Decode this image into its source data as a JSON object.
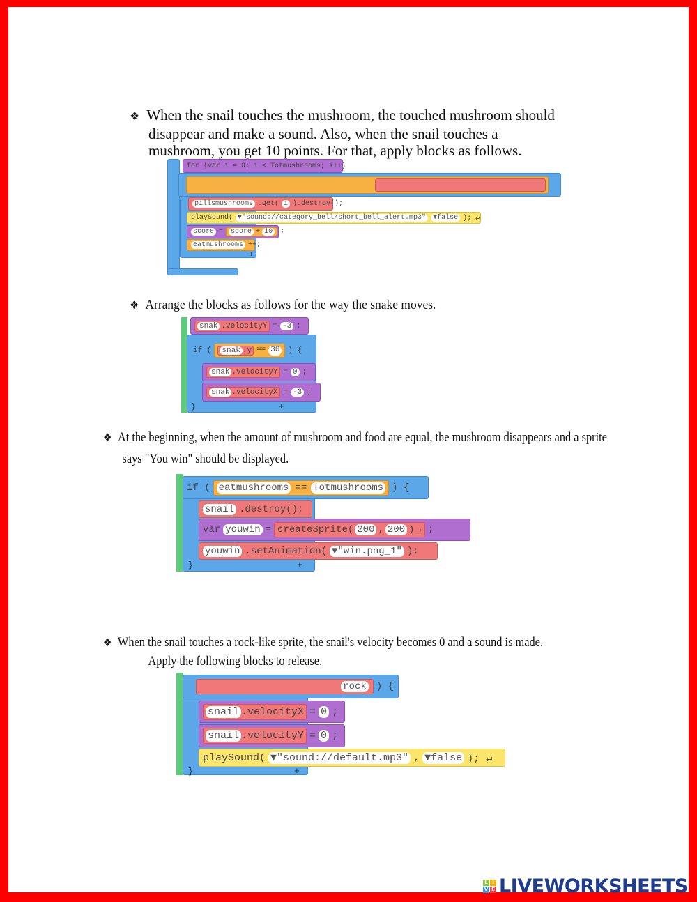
{
  "sections": [
    {
      "lines": [
        "When the snail touches the mushroom, the touched mushroom should",
        "disappear and make a sound. Also, when the snail touches a",
        "mushroom, you get 10 points. For that, apply blocks as follows."
      ]
    },
    {
      "lines": [
        "Arrange the blocks as follows for the way the snake moves."
      ]
    },
    {
      "lines": [
        "At the beginning, when the amount of mushroom and food are equal, the mushroom disappears and a sprite",
        "says \"You win\" should be displayed."
      ]
    },
    {
      "lines": [
        "When the snail touches a rock-like sprite, the snail's velocity becomes 0 and a sound is made.",
        "Apply the following blocks to release."
      ]
    }
  ],
  "bullet": "❖",
  "block1": {
    "for_hint": "for (var i = 0; i < Totmushrooms; i++)",
    "l1_obj": "pillsmushrooms",
    "l1_mid": ".get(",
    "l1_arg": "i",
    "l1_end": ").destroy();",
    "l2_fn": "playSound(",
    "l2_arg1": "▼\"sound://category_bell/short_bell_alert.mp3\"",
    "l2_arg2": "▼false",
    "l2_end": "); ↵",
    "l3_var": "score",
    "l3_eq": "=",
    "l3_a": "score",
    "l3_op": "+",
    "l3_b": "10",
    "l3_end": ";",
    "l4_var": "eatmushrooms",
    "l4_end": "++;",
    "plus": "+"
  },
  "block2": {
    "top_obj": "snak",
    "top_prop": ".velocityY",
    "top_eq": "=",
    "top_val": "-3",
    "semi": ";",
    "if": "if (",
    "cond_obj": "snak",
    "cond_prop": ".y",
    "cond_op": "==",
    "cond_val": "30",
    "if_end": ") {",
    "r1_obj": "snak",
    "r1_prop": ".velocityY",
    "r1_val": "0",
    "r2_obj": "snak",
    "r2_prop": ".velocityX",
    "r2_val": "-3",
    "close": "}",
    "plus": "+"
  },
  "block3": {
    "if": "if (",
    "cond_a": "eatmushrooms",
    "cond_op": "==",
    "cond_b": "Totmushrooms",
    "if_end": ") {",
    "r1_obj": "snail",
    "r1_rest": ".destroy();",
    "r2_var": "var",
    "r2_name": "youwin",
    "r2_eq": "=",
    "r2_fn": "createSprite(",
    "r2_a": "200",
    "r2_comma": ",",
    "r2_b": "200",
    "r2_end": ")",
    "r2_arrow": "→",
    "semi": ";",
    "r3_obj": "youwin",
    "r3_fn": ".setAnimation(",
    "r3_arg": "▼\"win.png_1\"",
    "r3_end": ");",
    "close": "}",
    "plus": "+"
  },
  "block4": {
    "cond_end": "rock",
    "if_end": ") {",
    "r1_obj": "snail",
    "r1_prop": ".velocityX",
    "r1_val": "0",
    "r2_obj": "snail",
    "r2_prop": ".velocityY",
    "r2_val": "0",
    "r3_fn": "playSound(",
    "r3_arg1": "▼\"sound://default.mp3\"",
    "r3_comma": ",",
    "r3_arg2": "▼false",
    "r3_end": "); ↵",
    "eq": "=",
    "semi": ";",
    "close": "}",
    "plus": "+"
  },
  "logo": {
    "text": "LIVEWORKSHEETS",
    "letters": [
      "L",
      "I",
      "V",
      "E"
    ]
  }
}
